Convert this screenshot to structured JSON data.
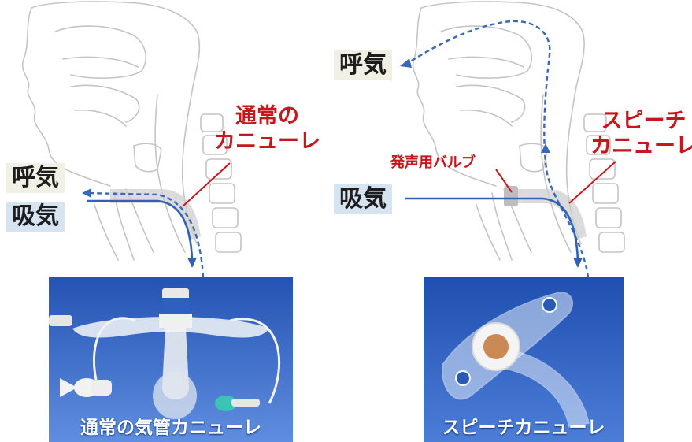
{
  "left_panel": {
    "exhale_label": "呼気",
    "inhale_label": "吸気",
    "cannula_label_line1": "通常の",
    "cannula_label_line2": "カニューレ",
    "photo_caption": "通常の気管カニューレ"
  },
  "right_panel": {
    "exhale_label": "呼気",
    "inhale_label": "吸気",
    "valve_label": "発声用バルブ",
    "cannula_label_line1": "スピーチ",
    "cannula_label_line2": "カニューレ",
    "photo_caption": "スピーチカニューレ"
  },
  "colors": {
    "exhale_arrow": "#3a68b8",
    "inhale_arrow": "#2f62b5",
    "label_red": "#c8161d",
    "anatomy_line": "#c4c4c4",
    "photo_bg": "#2a5ab7"
  }
}
